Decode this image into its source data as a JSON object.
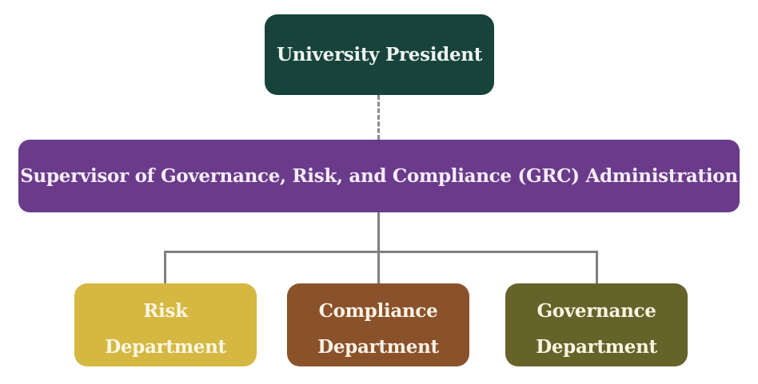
{
  "diagram": {
    "type": "org-chart",
    "nodes": {
      "president": {
        "label": "University President",
        "color": "#17433b"
      },
      "supervisor": {
        "label": "Supervisor of Governance, Risk, and Compliance (GRC) Administration",
        "color": "#6a3b8a"
      },
      "departments": [
        {
          "line1": "Risk",
          "line2": "Department",
          "color": "#d5b842"
        },
        {
          "line1": "Compliance",
          "line2": "Department",
          "color": "#8a522a"
        },
        {
          "line1": "Governance",
          "line2": "Department",
          "color": "#65632a"
        }
      ]
    },
    "edges": [
      {
        "from": "University President",
        "to": "Supervisor of Governance, Risk, and Compliance (GRC) Administration",
        "style": "dashed"
      },
      {
        "from": "Supervisor of Governance, Risk, and Compliance (GRC) Administration",
        "to": "Risk Department",
        "style": "solid"
      },
      {
        "from": "Supervisor of Governance, Risk, and Compliance (GRC) Administration",
        "to": "Compliance Department",
        "style": "solid"
      },
      {
        "from": "Supervisor of Governance, Risk, and Compliance (GRC) Administration",
        "to": "Governance Department",
        "style": "solid"
      }
    ],
    "connector_color": "#808080"
  }
}
